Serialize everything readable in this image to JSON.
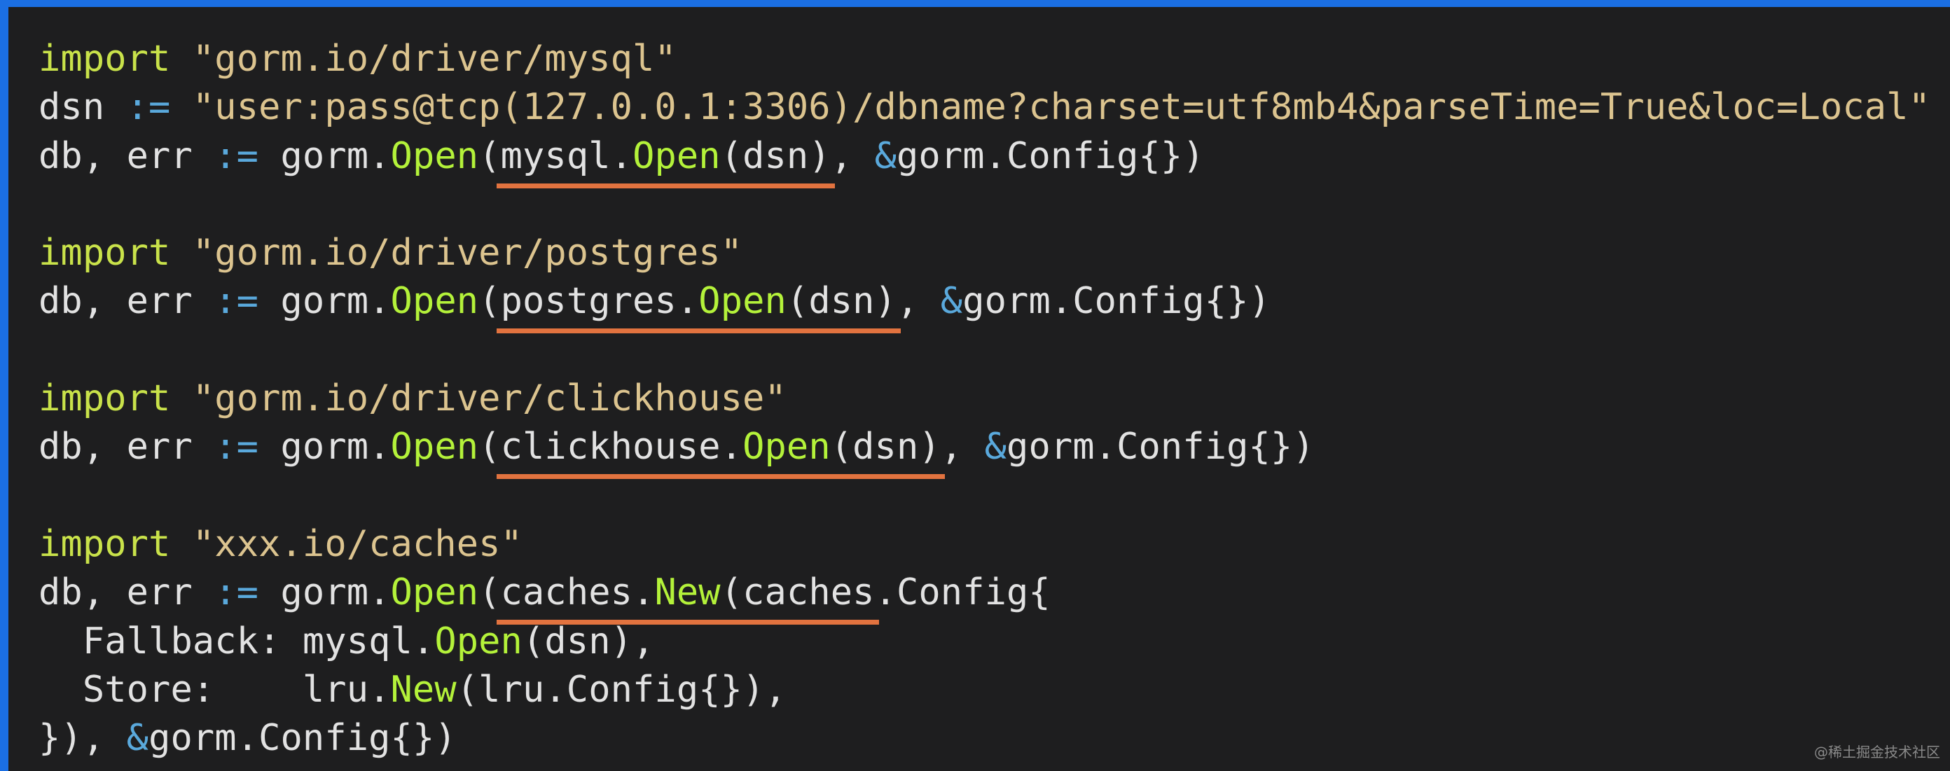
{
  "colors": {
    "border": "#1b6fe3",
    "background": "#1e1e1f",
    "keyword": "#c9e24a",
    "string": "#dcc48f",
    "function": "#b4f23a",
    "operator": "#5aa9dc",
    "underline": "#e2733f"
  },
  "code": {
    "l0": {
      "kw": "import",
      "str": "\"gorm.io/driver/mysql\""
    },
    "l1": {
      "a": "dsn ",
      "op": ":=",
      "str": "\"user:pass@tcp(127.0.0.1:3306)/dbname?charset=utf8mb4&parseTime=True&loc=Local\""
    },
    "l2": {
      "a": "db, err ",
      "op": ":=",
      "b": " gorm.",
      "fn": "Open",
      "c": "(",
      "u1": "mysql.",
      "fn2": "Open",
      "u2": "(dsn)",
      "d": ", ",
      "amp": "&",
      "e": "gorm.Config{})"
    },
    "l4": {
      "kw": "import",
      "str": "\"gorm.io/driver/postgres\""
    },
    "l5": {
      "a": "db, err ",
      "op": ":=",
      "b": " gorm.",
      "fn": "Open",
      "c": "(",
      "u1": "postgres.",
      "fn2": "Open",
      "u2": "(dsn)",
      "d": ", ",
      "amp": "&",
      "e": "gorm.Config{})"
    },
    "l7": {
      "kw": "import",
      "str": "\"gorm.io/driver/clickhouse\""
    },
    "l8": {
      "a": "db, err ",
      "op": ":=",
      "b": " gorm.",
      "fn": "Open",
      "c": "(",
      "u1": "clickhouse.",
      "fn2": "Open",
      "u2": "(dsn)",
      "d": ", ",
      "amp": "&",
      "e": "gorm.Config{})"
    },
    "l10": {
      "kw": "import",
      "str": "\"xxx.io/caches\""
    },
    "l11": {
      "a": "db, err ",
      "op": ":=",
      "b": " gorm.",
      "fn": "Open",
      "c": "(",
      "u1": "caches.",
      "fn2": "New",
      "u2": "(caches",
      "e": ".Config{"
    },
    "l12": {
      "a": "  Fallback: mysql.",
      "fn": "Open",
      "b": "(dsn),"
    },
    "l13": {
      "a": "  Store:    lru.",
      "fn": "New",
      "b": "(lru.Config{}),"
    },
    "l14": {
      "a": "}), ",
      "amp": "&",
      "b": "gorm.Config{})"
    }
  },
  "watermark": "@稀土掘金技术社区"
}
